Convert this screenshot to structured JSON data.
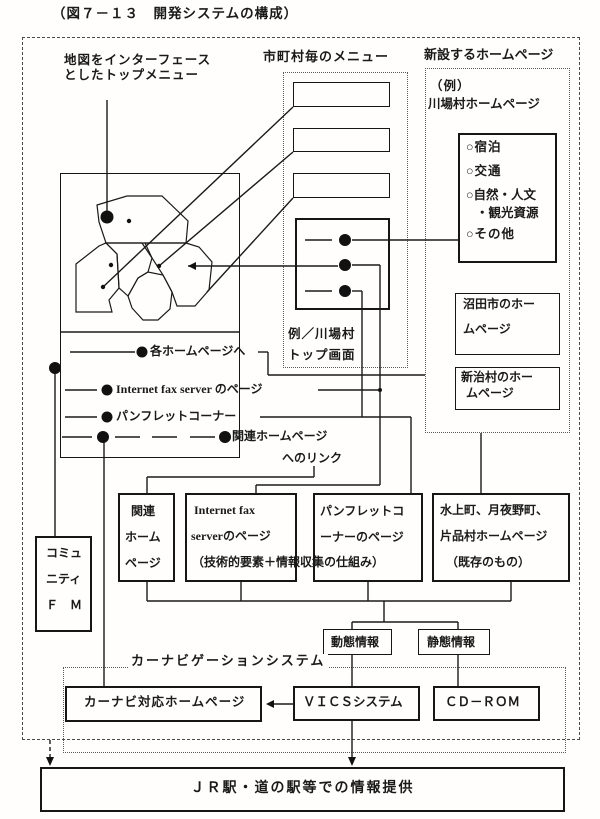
{
  "colors": {
    "ink": "#1a1a1a",
    "paper": "#fffefc"
  },
  "title": "（図７－１３　開発システムの構成）",
  "map": {
    "label1": "地図をインターフェース",
    "label2": "としたトップメニュー"
  },
  "menu": {
    "heading": "市町村毎のメニュー",
    "caption1": "例／川場村",
    "caption2": "トップ画面"
  },
  "newpages": {
    "heading": "新設するホームページ",
    "example": "（例）",
    "kawaba": "川場村ホームページ",
    "items": [
      "○宿泊",
      "○交通",
      "○自然・人文",
      "・観光資源",
      "○その他"
    ],
    "numata1": "沼田市のホー",
    "numata2": "ムページ",
    "niiharu1": "新治村のホー",
    "niiharu2": "ムページ"
  },
  "links": {
    "each": "各ホームページへ",
    "fax": "Internet fax server のページ",
    "pamphlet": "パンフレットコーナー",
    "related": "関連ホームページ",
    "related_cont": "へのリンク"
  },
  "fm": {
    "l1": "コミュ",
    "l2": "ニティ",
    "l3": "Ｆ　Ｍ"
  },
  "pages": {
    "related1": "関連",
    "related2": "ホーム",
    "related3": "ページ",
    "fax1": "Internet fax",
    "fax2": "serverのページ",
    "fax_note": "（技術的要素＋情報収集の仕組み）",
    "pam1": "パンフレットコ",
    "pam2": "ーナーのページ",
    "exist1": "水上町、月夜野町、",
    "exist2": "片品村ホームページ",
    "exist3": "（既存のもの）"
  },
  "info": {
    "dynamic": "動態情報",
    "static": "静態情報"
  },
  "carnavi": {
    "heading": "カーナビゲーションシステム",
    "homepage": "カーナビ対応ホームページ",
    "vics": "ＶＩＣＳシステム",
    "cdrom": "ＣＤ－ＲＯＭ"
  },
  "jr": "ＪＲ駅・道の駅等での情報提供"
}
